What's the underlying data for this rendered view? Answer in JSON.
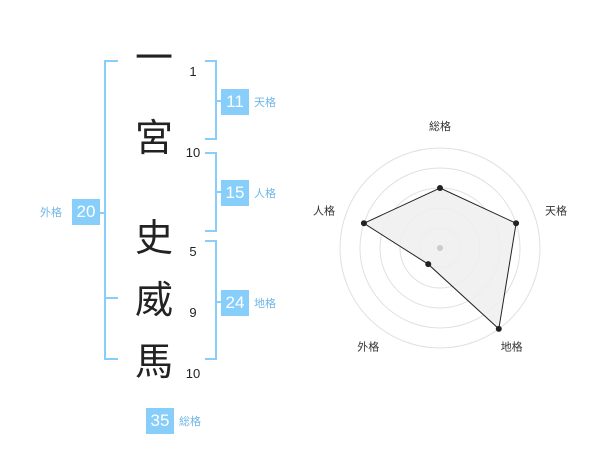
{
  "name": {
    "characters": [
      {
        "char": "一",
        "strokes": "1"
      },
      {
        "char": "宮",
        "strokes": "10"
      },
      {
        "char": "史",
        "strokes": "5"
      },
      {
        "char": "威",
        "strokes": "9"
      },
      {
        "char": "馬",
        "strokes": "10"
      }
    ]
  },
  "kakusu": {
    "tenkaku": {
      "value": "11",
      "label": "天格"
    },
    "jinkaku": {
      "value": "15",
      "label": "人格"
    },
    "chikaku": {
      "value": "24",
      "label": "地格"
    },
    "gaikaku": {
      "value": "20",
      "label": "外格"
    },
    "soukaku": {
      "value": "35",
      "label": "総格"
    }
  },
  "colors": {
    "accent": "#87cefa",
    "label": "#6fb6e6",
    "text": "#222222",
    "grid": "#e0e0e0",
    "fill": "#eeeeee"
  },
  "chart_data": {
    "type": "radar",
    "axes": [
      "総格",
      "天格",
      "地格",
      "外格",
      "人格"
    ],
    "values": [
      3,
      4,
      5,
      1,
      4
    ],
    "max": 5,
    "grid_rings": 5
  }
}
